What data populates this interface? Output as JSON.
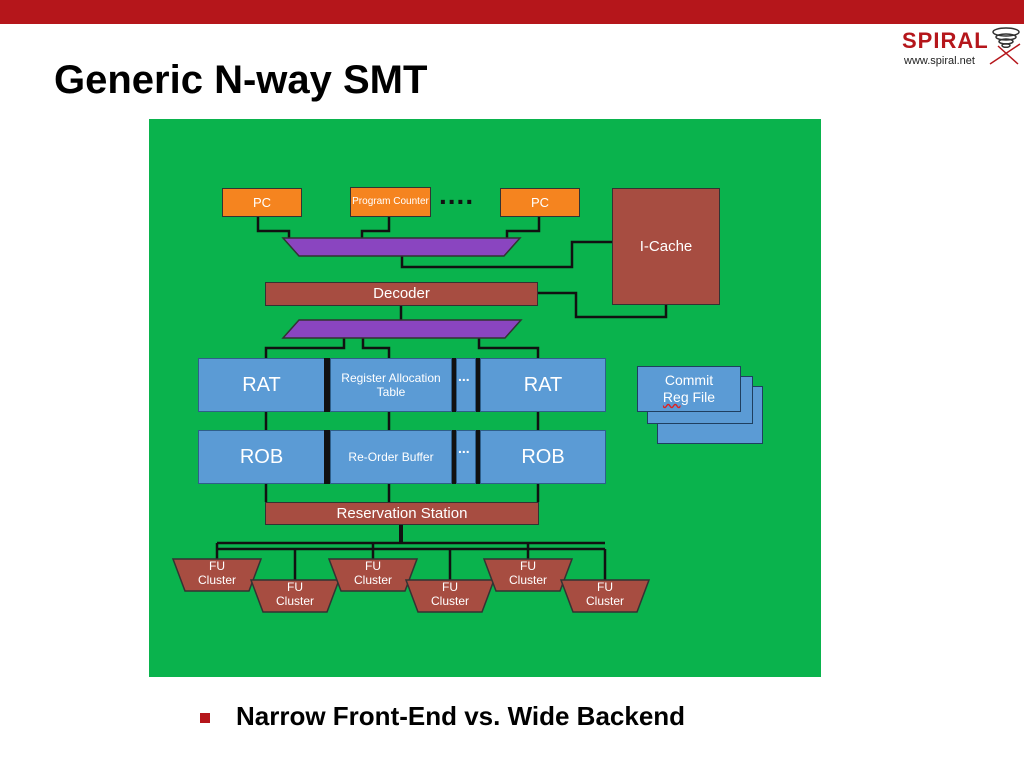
{
  "slide": {
    "title": "Generic N-way SMT",
    "bullet": "Narrow Front-End vs. Wide Backend"
  },
  "logo": {
    "name": "SPIRAL",
    "url": "www.spiral.net"
  },
  "diagram": {
    "pcs": [
      "PC",
      "Program Counter",
      "PC"
    ],
    "ellipsis": "....",
    "icache": "I-Cache",
    "decoder": "Decoder",
    "rat_row": [
      "RAT",
      "Register Allocation Table",
      "RAT"
    ],
    "rob_row": [
      "ROB",
      "Re-Order Buffer",
      "ROB"
    ],
    "more": "...",
    "commit_line1": "Commit",
    "commit_reg": "Reg",
    "commit_file": "File",
    "reservation": "Reservation Station",
    "fu_top": "FU",
    "fu_bottom": "Cluster"
  },
  "colors": {
    "background": "#0ab34d",
    "pc": "#f5841f",
    "unit": "#a74d41",
    "table": "#5b9bd5",
    "mux": "#8a45c0",
    "accent": "#b5161b"
  }
}
